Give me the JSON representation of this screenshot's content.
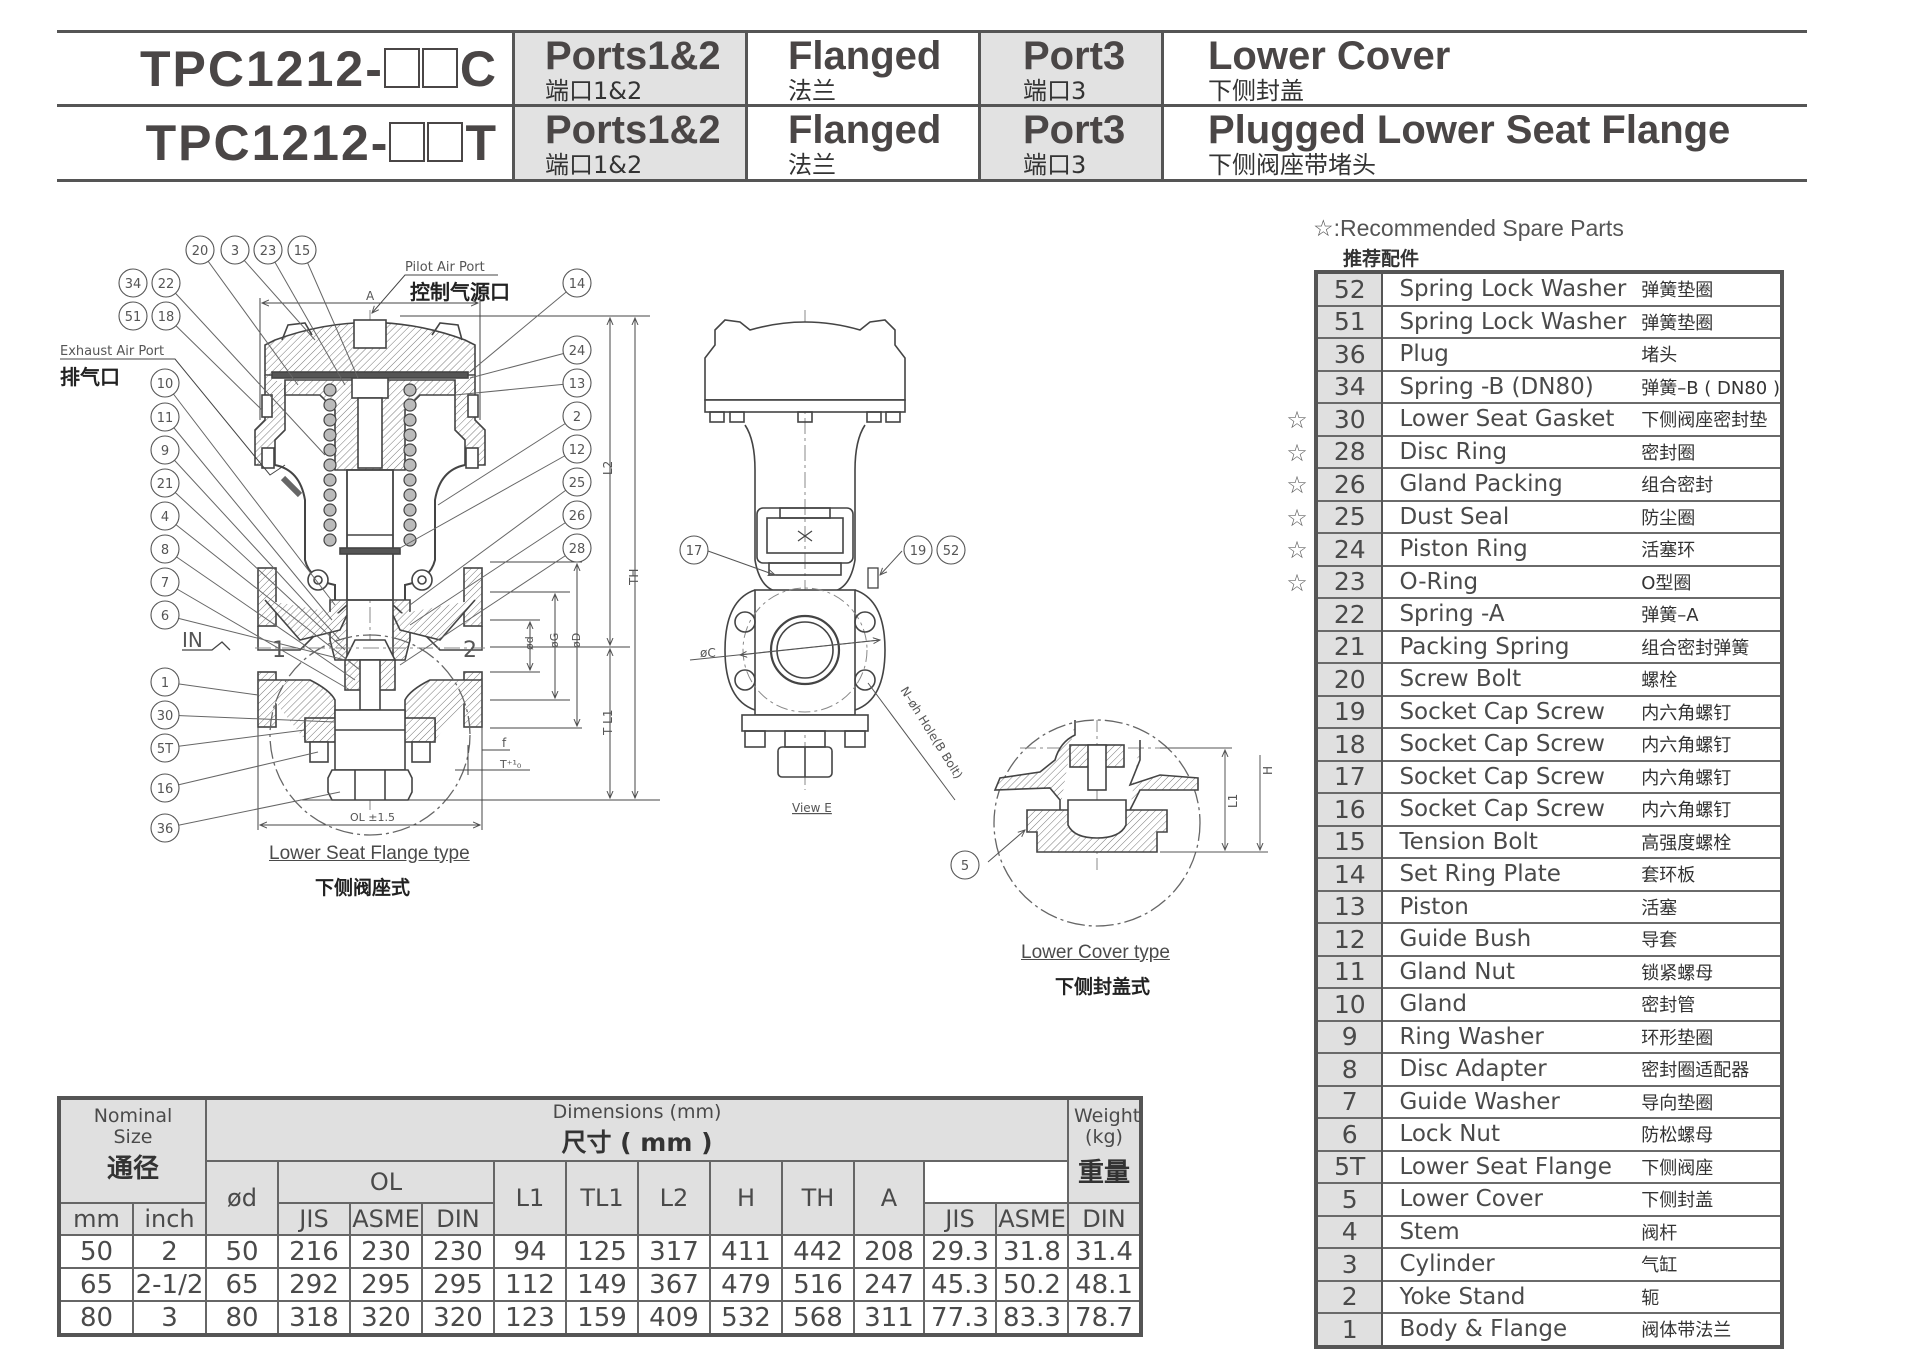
{
  "header": {
    "rows": [
      {
        "model_prefix": "TPC1212-",
        "model_suffix": "C",
        "ports_label": "Ports1&2",
        "ports_cn": "端口1&2",
        "conn_label": "Flanged",
        "conn_cn": "法兰",
        "port3_label": "Port3",
        "port3_cn": "端口3",
        "desc_label": "Lower Cover",
        "desc_cn": "下侧封盖"
      },
      {
        "model_prefix": "TPC1212-",
        "model_suffix": "T",
        "ports_label": "Ports1&2",
        "ports_cn": "端口1&2",
        "conn_label": "Flanged",
        "conn_cn": "法兰",
        "port3_label": "Port3",
        "port3_cn": "端口3",
        "desc_label": "Plugged Lower Seat Flange",
        "desc_cn": "下侧阀座带堵头"
      }
    ]
  },
  "drawings": {
    "main": {
      "pilot_port_en": "Pilot Air Port",
      "pilot_port_cn": "控制气源口",
      "exhaust_port_en": "Exhaust Air Port",
      "exhaust_port_cn": "排气口",
      "inlet_label": "IN",
      "port1": "1",
      "port2": "2",
      "dim_A": "A",
      "dim_L2": "L2",
      "dim_TH": "TH",
      "dim_TL1": "T L1",
      "dim_d": "ød",
      "dim_G": "øG",
      "dim_D": "øD",
      "dim_f": "f",
      "dim_T": "T⁺¹₀",
      "dim_OL": "OL ±1.5",
      "caption_en": "Lower Seat Flange type",
      "caption_cn": "下侧阀座式",
      "callouts_top": [
        "20",
        "3",
        "23",
        "15"
      ],
      "callouts_left_pairs": [
        [
          "34",
          "22"
        ],
        [
          "51",
          "18"
        ]
      ],
      "callouts_left": [
        "10",
        "11",
        "9",
        "21",
        "4",
        "8",
        "7",
        "6",
        "1",
        "30",
        "5T",
        "16",
        "36"
      ],
      "callouts_right": [
        "14",
        "24",
        "13",
        "2",
        "12",
        "25",
        "26",
        "28"
      ]
    },
    "view_e": {
      "caption": "View E",
      "dim_C": "øC",
      "hole_label": "N–øh Hole(B Bolt)",
      "callouts": [
        "17",
        "19",
        "52"
      ]
    },
    "lower_cover": {
      "caption_en": "Lower Cover type",
      "caption_cn": "下侧封盖式",
      "dim_L1": "L1",
      "dim_H": "H",
      "callouts": [
        "5"
      ]
    }
  },
  "spare_parts": {
    "legend_symbol": "☆",
    "legend_en": "☆:Recommended Spare Parts",
    "legend_cn": "推荐配件",
    "items": [
      {
        "no": "52",
        "en": "Spring Lock Washer",
        "cn": "弹簧垫圈",
        "recommended": false
      },
      {
        "no": "51",
        "en": "Spring Lock Washer",
        "cn": "弹簧垫圈",
        "recommended": false
      },
      {
        "no": "36",
        "en": "Plug",
        "cn": "堵头",
        "recommended": false
      },
      {
        "no": "34",
        "en": "Spring -B (DN80)",
        "cn": "弹簧–B ( DN80 )",
        "recommended": false
      },
      {
        "no": "30",
        "en": "Lower Seat Gasket",
        "cn": "下侧阀座密封垫",
        "recommended": true
      },
      {
        "no": "28",
        "en": "Disc Ring",
        "cn": "密封圈",
        "recommended": true
      },
      {
        "no": "26",
        "en": "Gland Packing",
        "cn": "组合密封",
        "recommended": true
      },
      {
        "no": "25",
        "en": "Dust Seal",
        "cn": "防尘圈",
        "recommended": true
      },
      {
        "no": "24",
        "en": "Piston Ring",
        "cn": "活塞环",
        "recommended": true
      },
      {
        "no": "23",
        "en": "O-Ring",
        "cn": "O型圈",
        "recommended": true
      },
      {
        "no": "22",
        "en": "Spring -A",
        "cn": "弹簧–A",
        "recommended": false
      },
      {
        "no": "21",
        "en": "Packing Spring",
        "cn": "组合密封弹簧",
        "recommended": false
      },
      {
        "no": "20",
        "en": "Screw Bolt",
        "cn": "螺栓",
        "recommended": false
      },
      {
        "no": "19",
        "en": "Socket Cap Screw",
        "cn": "内六角螺钉",
        "recommended": false
      },
      {
        "no": "18",
        "en": "Socket Cap Screw",
        "cn": "内六角螺钉",
        "recommended": false
      },
      {
        "no": "17",
        "en": "Socket Cap Screw",
        "cn": "内六角螺钉",
        "recommended": false
      },
      {
        "no": "16",
        "en": "Socket Cap Screw",
        "cn": "内六角螺钉",
        "recommended": false
      },
      {
        "no": "15",
        "en": "Tension Bolt",
        "cn": "高强度螺栓",
        "recommended": false
      },
      {
        "no": "14",
        "en": "Set Ring Plate",
        "cn": "套环板",
        "recommended": false
      },
      {
        "no": "13",
        "en": "Piston",
        "cn": "活塞",
        "recommended": false
      },
      {
        "no": "12",
        "en": "Guide Bush",
        "cn": "导套",
        "recommended": false
      },
      {
        "no": "11",
        "en": "Gland Nut",
        "cn": "锁紧螺母",
        "recommended": false
      },
      {
        "no": "10",
        "en": "Gland",
        "cn": "密封管",
        "recommended": false
      },
      {
        "no": "9",
        "en": "Ring Washer",
        "cn": "环形垫圈",
        "recommended": false
      },
      {
        "no": "8",
        "en": "Disc Adapter",
        "cn": "密封圈适配器",
        "recommended": false
      },
      {
        "no": "7",
        "en": "Guide Washer",
        "cn": "导向垫圈",
        "recommended": false
      },
      {
        "no": "6",
        "en": "Lock Nut",
        "cn": "防松螺母",
        "recommended": false
      },
      {
        "no": "5T",
        "en": "Lower Seat Flange",
        "cn": "下侧阀座",
        "recommended": false
      },
      {
        "no": "5",
        "en": "Lower Cover",
        "cn": "下侧封盖",
        "recommended": false
      },
      {
        "no": "4",
        "en": "Stem",
        "cn": "阀杆",
        "recommended": false
      },
      {
        "no": "3",
        "en": "Cylinder",
        "cn": "气缸",
        "recommended": false
      },
      {
        "no": "2",
        "en": "Yoke Stand",
        "cn": "轭",
        "recommended": false
      },
      {
        "no": "1",
        "en": "Body & Flange",
        "cn": "阀体带法兰",
        "recommended": false
      }
    ]
  },
  "dimensions_table": {
    "nominal_en": "Nominal Size",
    "nominal_cn": "通径",
    "dims_en": "Dimensions (mm)",
    "dims_cn": "尺寸 ( mm )",
    "weight_en": "Weight (kg)",
    "weight_cn": "重量",
    "col_mm": "mm",
    "col_inch": "inch",
    "col_d": "ød",
    "col_OL": "OL",
    "col_L1": "L1",
    "col_TL1": "TL1",
    "col_L2": "L2",
    "col_H": "H",
    "col_TH": "TH",
    "col_A": "A",
    "std_JIS": "JIS",
    "std_ASME": "ASME",
    "std_DIN": "DIN",
    "rows": [
      {
        "mm": "50",
        "inch": "2",
        "d": "50",
        "ol_jis": "216",
        "ol_asme": "230",
        "ol_din": "230",
        "l1": "94",
        "tl1": "125",
        "l2": "317",
        "h": "411",
        "th": "442",
        "a": "208",
        "w_jis": "29.3",
        "w_asme": "31.8",
        "w_din": "31.4"
      },
      {
        "mm": "65",
        "inch": "2-1/2",
        "d": "65",
        "ol_jis": "292",
        "ol_asme": "295",
        "ol_din": "295",
        "l1": "112",
        "tl1": "149",
        "l2": "367",
        "h": "479",
        "th": "516",
        "a": "247",
        "w_jis": "45.3",
        "w_asme": "50.2",
        "w_din": "48.1"
      },
      {
        "mm": "80",
        "inch": "3",
        "d": "80",
        "ol_jis": "318",
        "ol_asme": "320",
        "ol_din": "320",
        "l1": "123",
        "tl1": "159",
        "l2": "409",
        "h": "532",
        "th": "568",
        "a": "311",
        "w_jis": "77.3",
        "w_asme": "83.3",
        "w_din": "78.7"
      }
    ]
  }
}
